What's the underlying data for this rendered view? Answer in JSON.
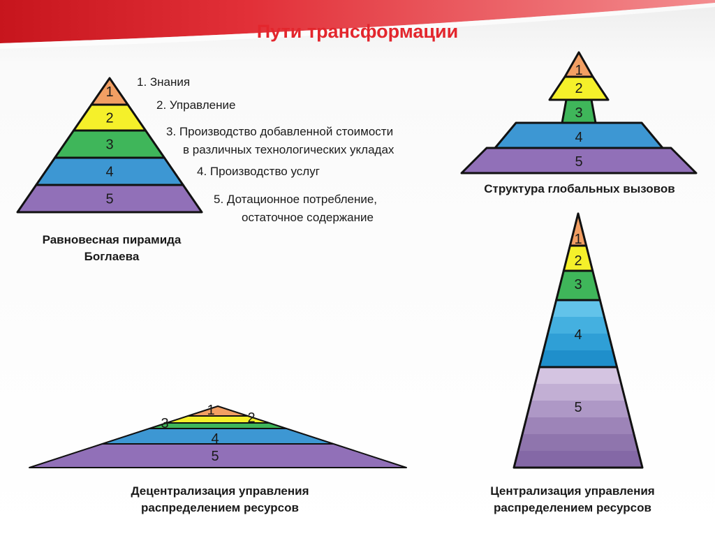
{
  "title": "Пути трансформации",
  "legend": {
    "items": [
      {
        "lines": [
          "1. Знания"
        ]
      },
      {
        "lines": [
          "2. Управление"
        ]
      },
      {
        "lines": [
          "3. Производство добавленной стоимости",
          "в различных технологических укладах"
        ]
      },
      {
        "lines": [
          "4. Производство услуг"
        ]
      },
      {
        "lines": [
          "5. Дотационное потребление,",
          "остаточное содержание"
        ]
      }
    ]
  },
  "pyramids": {
    "boglaev": {
      "caption": [
        "Равновесная пирамида",
        "Боглаева"
      ],
      "level_labels": [
        "1",
        "2",
        "3",
        "4",
        "5"
      ]
    },
    "global": {
      "caption": [
        "Структура глобальных вызовов"
      ],
      "level_labels": [
        "1",
        "2",
        "3",
        "4",
        "5"
      ]
    },
    "decentral": {
      "caption": [
        "Децентрализация управления",
        "распределением ресурсов"
      ],
      "level_labels": [
        "1",
        "2",
        "3",
        "4",
        "5"
      ]
    },
    "central": {
      "caption": [
        "Централизация управления",
        "распределением ресурсов"
      ],
      "level_labels": [
        "1",
        "2",
        "3",
        "4",
        "5"
      ]
    }
  },
  "colors": {
    "title": "#e3262d",
    "level1": "#f29f63",
    "level2": "#f5f02a",
    "level3": "#3fb65a",
    "level4": "#3d97d3",
    "level5": "#9170b8",
    "outline": "#111111"
  }
}
